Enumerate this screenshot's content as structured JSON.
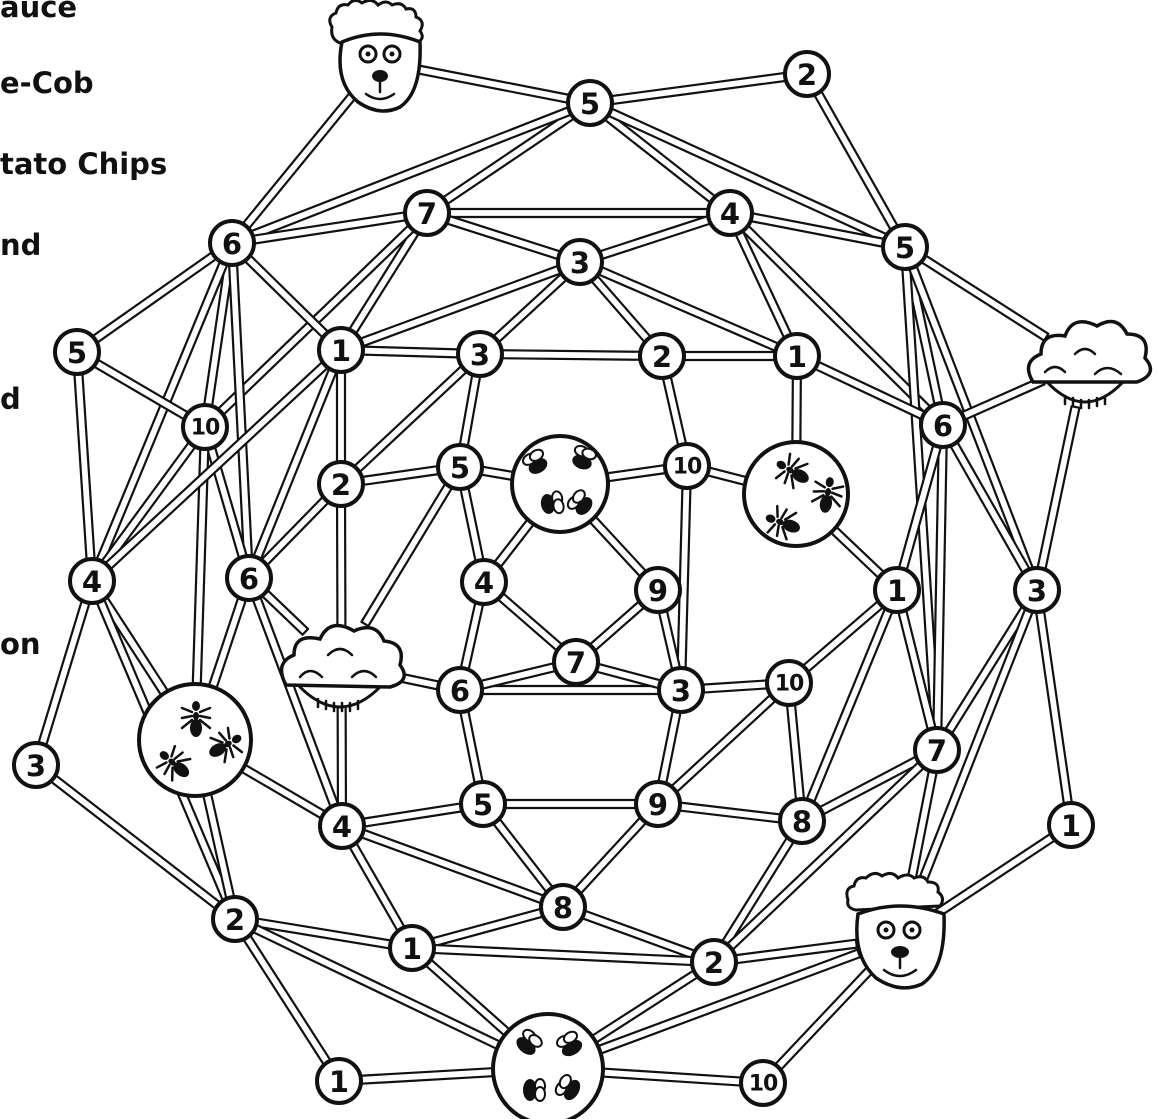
{
  "side_list": [
    "auce",
    "e-Cob",
    "tato Chips",
    "nd",
    "d",
    "on"
  ],
  "node_numbers": {
    "n1": "5",
    "n2": "2",
    "n3": "7",
    "n4": "4",
    "n5": "6",
    "n6": "3",
    "n7": "5",
    "n8": "5",
    "n9": "1",
    "n10": "3",
    "n11": "2",
    "n12": "1",
    "n13": "10",
    "n14": "6",
    "n15": "2",
    "n16": "5",
    "n17": "10",
    "n18": "4",
    "n19": "6",
    "n20": "4",
    "n21": "9",
    "n22": "1",
    "n23": "3",
    "n24": "7",
    "n25": "6",
    "n26": "3",
    "n27": "10",
    "n28": "3",
    "n29": "4",
    "n30": "5",
    "n31": "9",
    "n32": "8",
    "n33": "7",
    "n34": "1",
    "n35": "2",
    "n36": "8",
    "n37": "1",
    "n38": "2",
    "n39": "1",
    "n40": "10"
  },
  "special_nodes": [
    {
      "id": "dog-top",
      "kind": "dog"
    },
    {
      "id": "dog-bottom",
      "kind": "dog"
    },
    {
      "id": "cloud-right",
      "kind": "rain-cloud"
    },
    {
      "id": "cloud-left",
      "kind": "rain-cloud"
    },
    {
      "id": "bees-center",
      "kind": "bees"
    },
    {
      "id": "bees-bottom",
      "kind": "bees"
    },
    {
      "id": "ants-center",
      "kind": "ants"
    },
    {
      "id": "ants-left",
      "kind": "ants"
    }
  ]
}
